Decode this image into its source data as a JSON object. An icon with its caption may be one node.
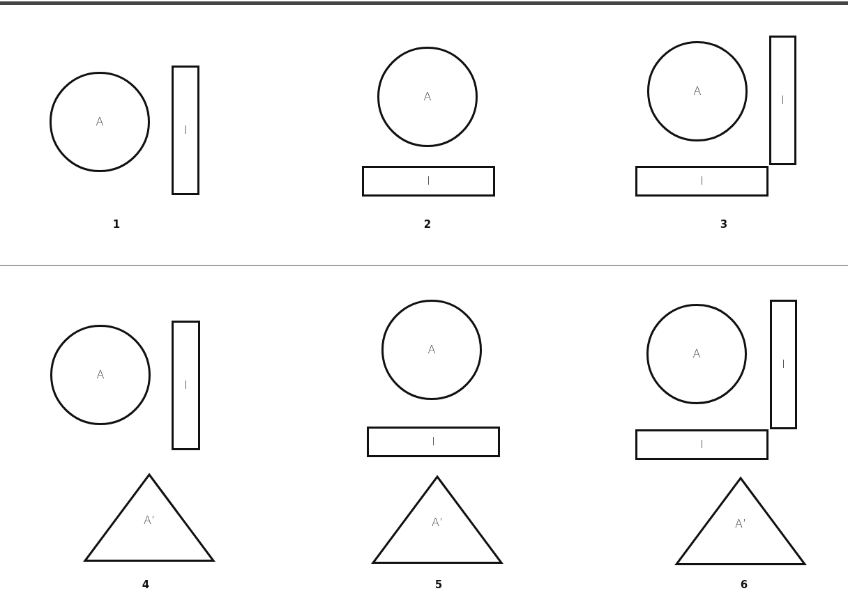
{
  "diagram": {
    "nodes": [
      {
        "text": [
          "A"
        ]
      },
      {
        "text": [
          "I"
        ]
      },
      {
        "text": [
          "A"
        ]
      },
      {
        "text": [
          "I"
        ]
      },
      {
        "text": [
          "A"
        ]
      },
      {
        "text": [
          "I"
        ]
      },
      {
        "text": [
          "I"
        ]
      },
      {
        "text": [
          "A"
        ]
      },
      {
        "text": [
          "I"
        ]
      },
      {
        "text": [
          "A’"
        ]
      },
      {
        "text": [
          "A"
        ]
      },
      {
        "text": [
          "I"
        ]
      },
      {
        "text": [
          "A’"
        ]
      },
      {
        "text": [
          "A"
        ]
      },
      {
        "text": [
          "I"
        ]
      },
      {
        "text": [
          "I"
        ]
      },
      {
        "text": [
          "A’"
        ]
      }
    ],
    "edges": [],
    "labels": [
      "1",
      "2",
      "3",
      "4",
      "5",
      "6"
    ]
  }
}
